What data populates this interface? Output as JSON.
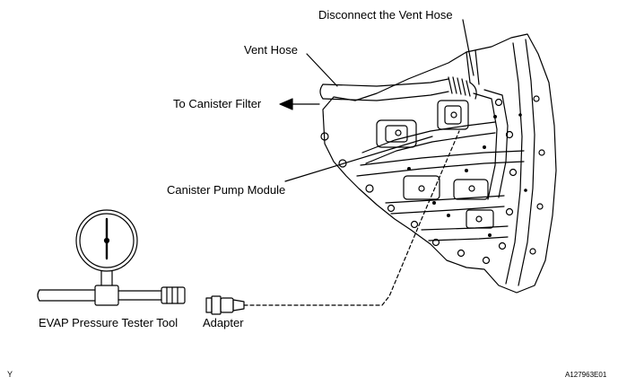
{
  "diagram": {
    "labels": {
      "disconnect_vent_hose": "Disconnect the Vent Hose",
      "vent_hose": "Vent Hose",
      "to_canister_filter": "To Canister Filter",
      "canister_pump_module": "Canister Pump Module",
      "evap_tester": "EVAP Pressure Tester Tool",
      "adapter": "Adapter"
    },
    "corner_mark": "Y",
    "figure_id": "A127963E01"
  }
}
